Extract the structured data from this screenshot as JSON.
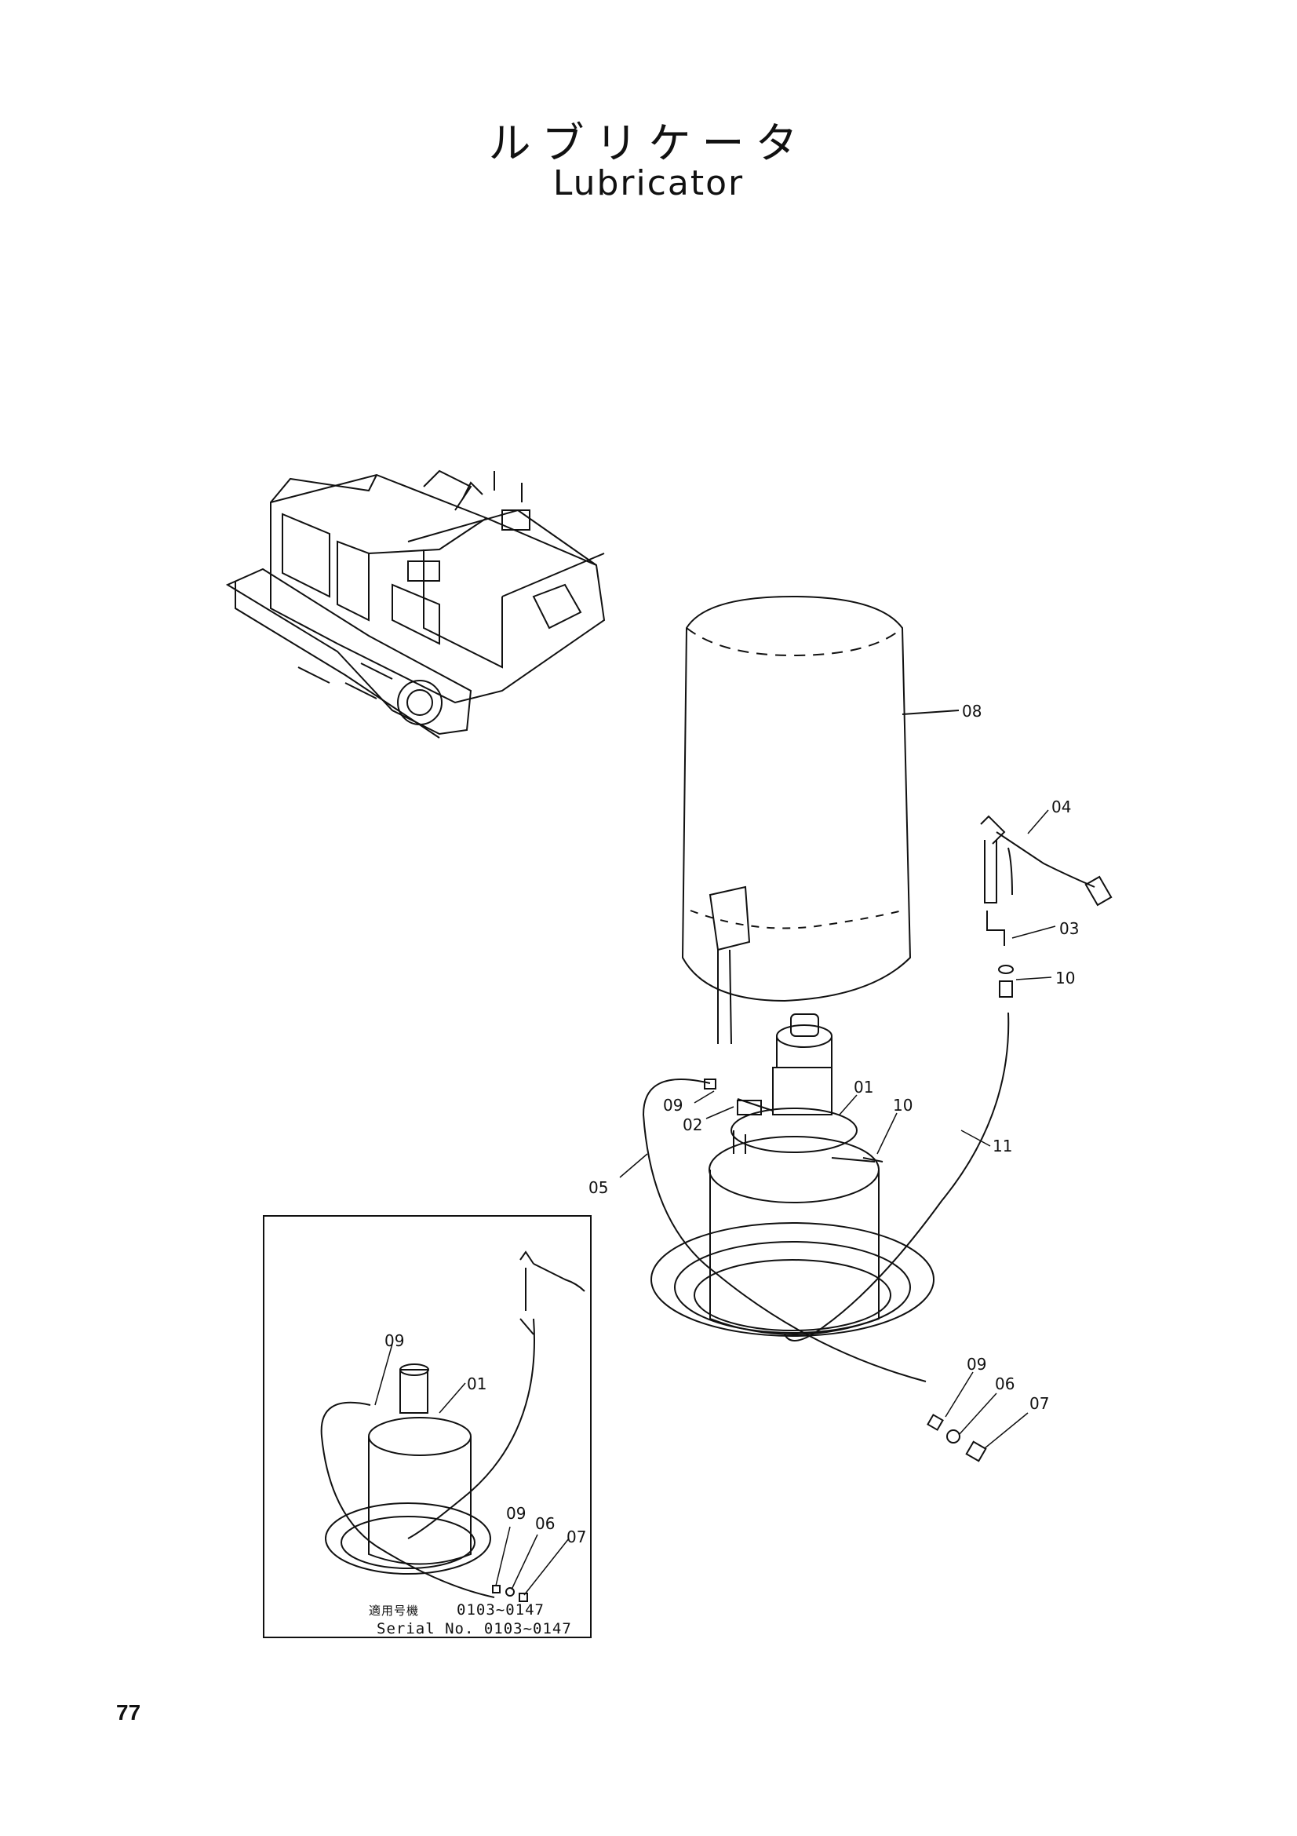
{
  "header": {
    "title_jp": "ルブリケータ",
    "title_en": "Lubricator"
  },
  "callouts": {
    "c01": "01",
    "c02": "02",
    "c03": "03",
    "c04": "04",
    "c05": "05",
    "c06": "06",
    "c07": "07",
    "c08": "08",
    "c09": "09",
    "c10": "10",
    "c11": "11"
  },
  "inset": {
    "c01": "01",
    "c06": "06",
    "c07": "07",
    "c09a": "09",
    "c09b": "09",
    "serial_jp_label": "適用号機",
    "serial_jp_range": "0103~0147",
    "serial_en": "Serial No. 0103~0147"
  },
  "footer": {
    "page_number": "77"
  }
}
